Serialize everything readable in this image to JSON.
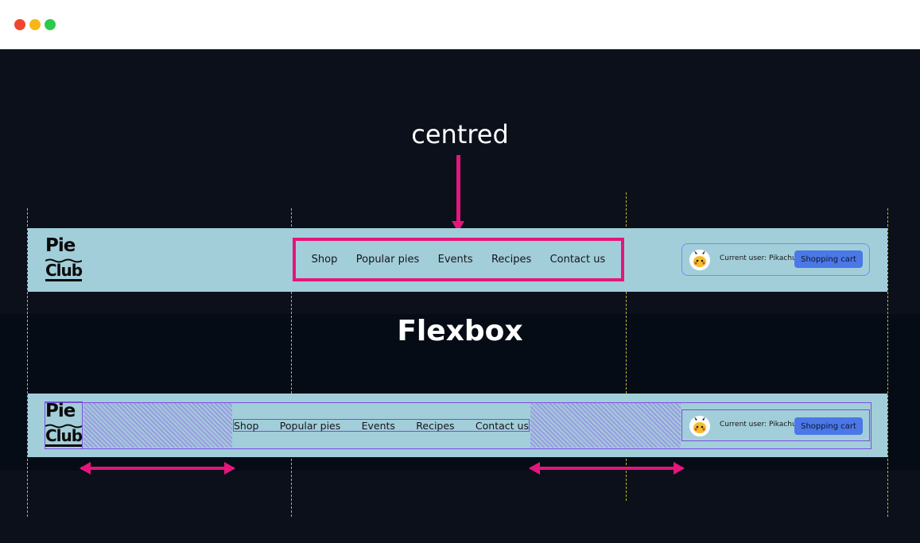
{
  "annotations": {
    "top_label": "centred",
    "middle_label": "Flexbox"
  },
  "navbar": {
    "logo_line1": "Pie",
    "logo_line2": "Club",
    "links": [
      "Shop",
      "Popular pies",
      "Events",
      "Recipes",
      "Contact us"
    ],
    "current_user": "Current user: Pikachu",
    "cart_label": "Shopping cart"
  },
  "colors": {
    "background": "#0b101b",
    "navbar": "#a2ceda",
    "accent_pink": "#e6157a",
    "flex_outline": "#7c4ddf",
    "button": "#4b78e6",
    "guide": "#e4d13a"
  }
}
